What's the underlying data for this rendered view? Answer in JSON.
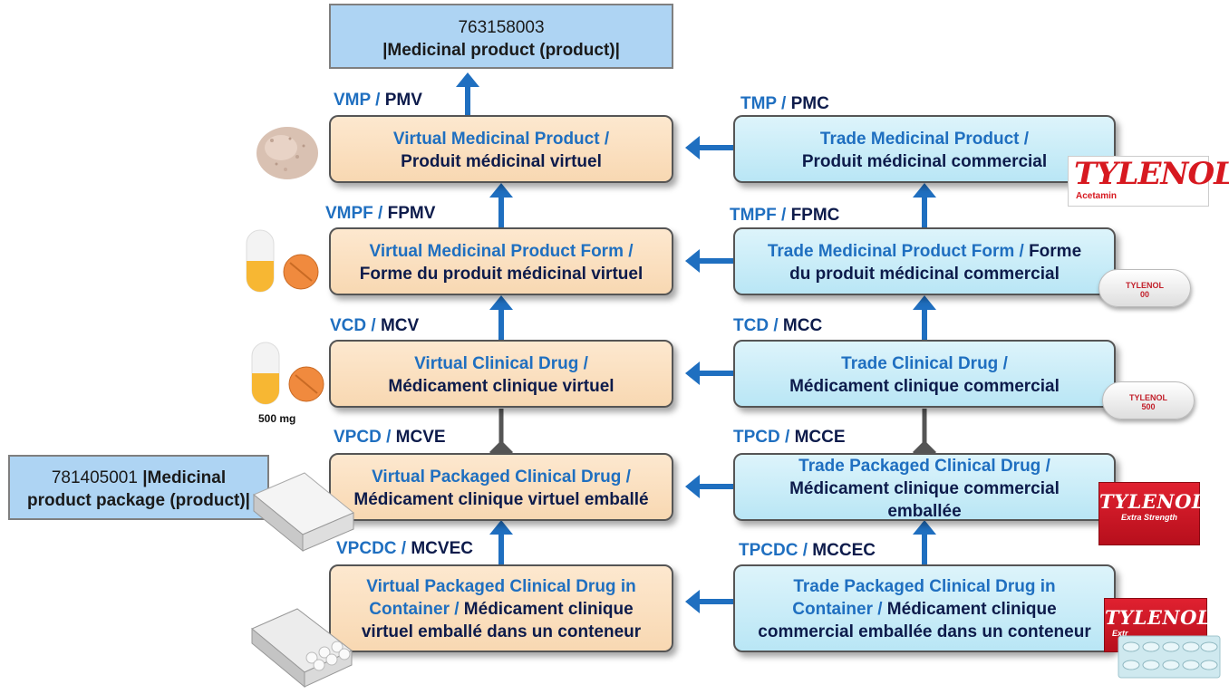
{
  "top_concept": {
    "code": "763158003",
    "label": "|Medicinal product (product)|"
  },
  "package_concept": {
    "code": "781405001",
    "label_part1": "|Medicinal",
    "label_part2": "product package (product)|"
  },
  "virtual": {
    "vmp": {
      "abbr": "VMP",
      "abbr_fr": "PMV",
      "line1": "Virtual Medicinal Product /",
      "line2": "Produit médicinal virtuel"
    },
    "vmpf": {
      "abbr": "VMPF",
      "abbr_fr": "FPMV",
      "line1": "Virtual Medicinal Product Form  /",
      "line2": "Forme du produit médicinal virtuel"
    },
    "vcd": {
      "abbr": "VCD",
      "abbr_fr": "MCV",
      "line1": "Virtual Clinical Drug /",
      "line2": "Médicament clinique virtuel"
    },
    "vpcd": {
      "abbr": "VPCD",
      "abbr_fr": "MCVE",
      "line1": "Virtual Packaged Clinical Drug /",
      "line2": "Médicament clinique virtuel emballé"
    },
    "vpcdc": {
      "abbr": "VPCDC",
      "abbr_fr": "MCVEC",
      "line1": "Virtual Packaged Clinical Drug in",
      "line2a": "Container /",
      "line2b": " Médicament clinique",
      "line3": "virtuel emballé dans un conteneur"
    }
  },
  "trade": {
    "tmp": {
      "abbr": "TMP",
      "abbr_fr": "PMC",
      "line1": "Trade Medicinal Product /",
      "line2": "Produit médicinal commercial"
    },
    "tmpf": {
      "abbr": "TMPF",
      "abbr_fr": "FPMC",
      "line1a": "Trade Medicinal Product Form / ",
      "line1b": "Forme",
      "line2": "du produit médicinal commercial"
    },
    "tcd": {
      "abbr": "TCD",
      "abbr_fr": "MCC",
      "line1": "Trade Clinical Drug /",
      "line2": "Médicament clinique commercial"
    },
    "tpcd": {
      "abbr": "TPCD",
      "abbr_fr": "MCCE",
      "line1": "Trade Packaged Clinical Drug /",
      "line2": "Médicament clinique commercial",
      "line3": "emballée"
    },
    "tpcdc": {
      "abbr": "TPCDC",
      "abbr_fr": "MCCEC",
      "line1": "Trade Packaged Clinical Drug in",
      "line2a": "Container /",
      "line2b": " Médicament clinique",
      "line3": "commercial emballée dans un conteneur"
    }
  },
  "images": {
    "strength": "500 mg",
    "logo_main": "TYLENOL",
    "logo_sub": "Acetamin",
    "caplet_text_1": "TYLENOL",
    "caplet_text_1b": "00",
    "caplet_text_2": "TYLENOL",
    "caplet_text_2b": "500",
    "pack_logo": "TYLENOL",
    "pack_sub": "Extra Strength",
    "pack2_logo": "TYLENOL",
    "pack2_sub": "Extr"
  },
  "colors": {
    "arrow": "#1f6fc0",
    "virtual_fill": "#f8d8b2",
    "trade_fill": "#b9e6f5",
    "concept_fill": "#aed4f3",
    "brand_red": "#d71920"
  }
}
